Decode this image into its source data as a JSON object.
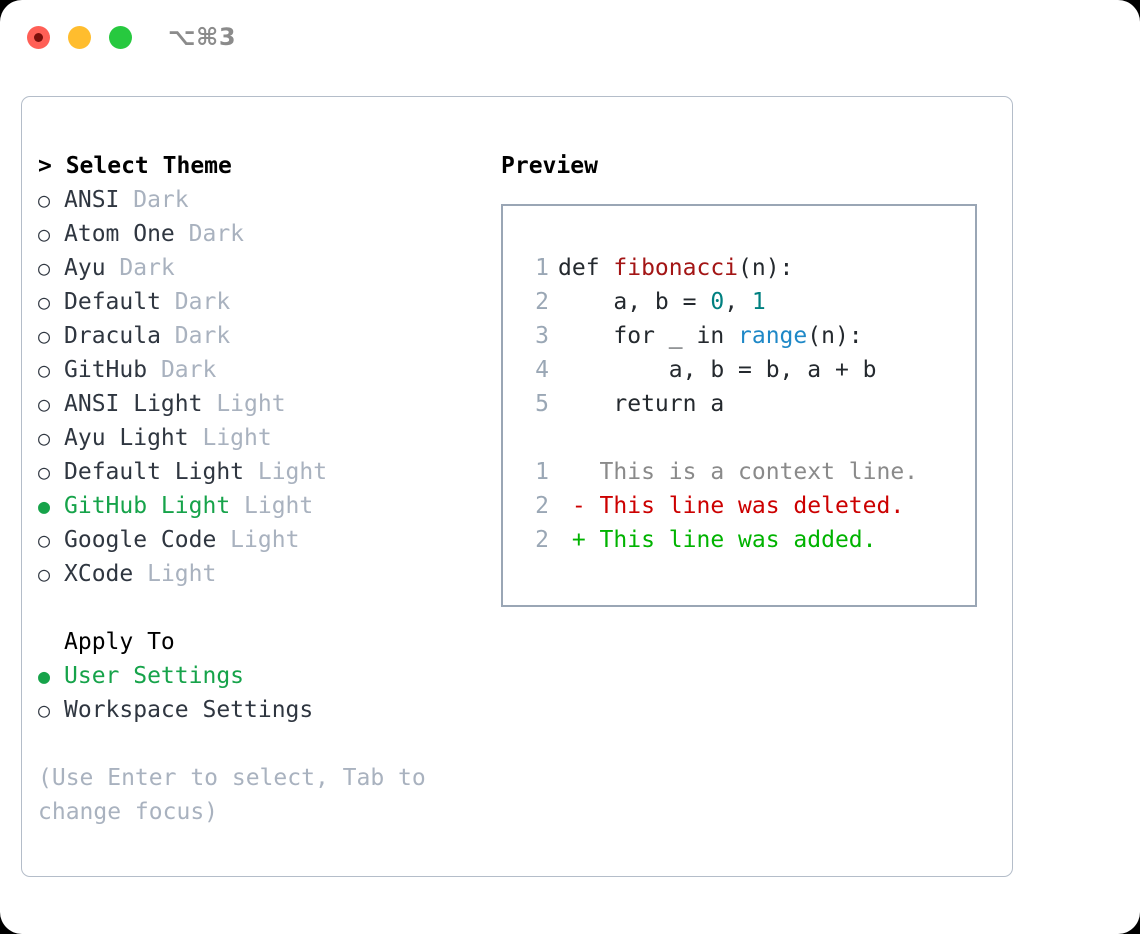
{
  "titlebar": {
    "shortcut": "⌥⌘3",
    "dots": [
      {
        "name": "close",
        "color": "#ff5f56"
      },
      {
        "name": "minimize",
        "color": "#ffbd2e"
      },
      {
        "name": "maximize",
        "color": "#27c93f"
      }
    ]
  },
  "theme_picker": {
    "header": "> Select Theme",
    "radio_empty": "○",
    "radio_filled": "●",
    "items": [
      {
        "name": "ANSI",
        "variant": "Dark",
        "selected": false
      },
      {
        "name": "Atom One",
        "variant": "Dark",
        "selected": false
      },
      {
        "name": "Ayu",
        "variant": "Dark",
        "selected": false
      },
      {
        "name": "Default",
        "variant": "Dark",
        "selected": false
      },
      {
        "name": "Dracula",
        "variant": "Dark",
        "selected": false
      },
      {
        "name": "GitHub",
        "variant": "Dark",
        "selected": false
      },
      {
        "name": "ANSI Light",
        "variant": "Light",
        "selected": false
      },
      {
        "name": "Ayu Light",
        "variant": "Light",
        "selected": false
      },
      {
        "name": "Default Light",
        "variant": "Light",
        "selected": false
      },
      {
        "name": "GitHub Light",
        "variant": "Light",
        "selected": true
      },
      {
        "name": "Google Code",
        "variant": "Light",
        "selected": false
      },
      {
        "name": "XCode",
        "variant": "Light",
        "selected": false
      }
    ]
  },
  "apply_to": {
    "header": "Apply To",
    "items": [
      {
        "name": "User Settings",
        "selected": true
      },
      {
        "name": "Workspace Settings",
        "selected": false
      }
    ]
  },
  "hint": "(Use Enter to select, Tab to change focus)",
  "preview": {
    "title": "Preview",
    "code_lines": [
      {
        "num": "1",
        "segments": [
          {
            "text": "def ",
            "style": "plain"
          },
          {
            "text": "fibonacci",
            "style": "fn"
          },
          {
            "text": "(n):",
            "style": "plain"
          }
        ]
      },
      {
        "num": "2",
        "segments": [
          {
            "text": "    a, b = ",
            "style": "plain"
          },
          {
            "text": "0",
            "style": "num"
          },
          {
            "text": ", ",
            "style": "plain"
          },
          {
            "text": "1",
            "style": "num"
          }
        ]
      },
      {
        "num": "3",
        "segments": [
          {
            "text": "    for _ in ",
            "style": "plain"
          },
          {
            "text": "range",
            "style": "builtin"
          },
          {
            "text": "(n):",
            "style": "plain"
          }
        ]
      },
      {
        "num": "4",
        "segments": [
          {
            "text": "        a, b = b, a + b",
            "style": "plain"
          }
        ]
      },
      {
        "num": "5",
        "segments": [
          {
            "text": "    return a",
            "style": "plain"
          }
        ]
      }
    ],
    "diff_lines": [
      {
        "num": "1",
        "marker": "  ",
        "text": "This is a context line.",
        "style": "context"
      },
      {
        "num": "2",
        "marker": "- ",
        "text": "This line was deleted.",
        "style": "del"
      },
      {
        "num": "2",
        "marker": "+ ",
        "text": "This line was added.",
        "style": "add"
      }
    ]
  },
  "colors": {
    "selected_green": "#16a34a",
    "muted_gray": "#a9b2bf",
    "code_fn_red": "#a31515",
    "code_num_teal": "#008080",
    "code_builtin_blue": "#1e88c7",
    "diff_del_red": "#cc0000",
    "diff_add_green": "#00b300",
    "border": "#9aa6b5"
  }
}
